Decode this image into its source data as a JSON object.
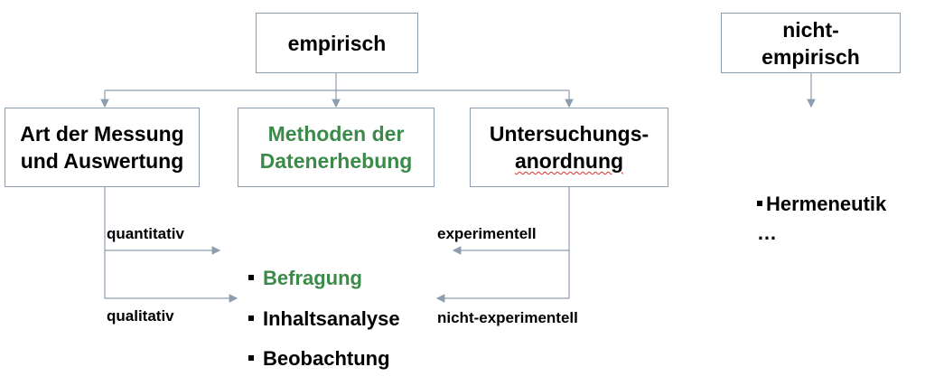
{
  "boxes": {
    "empirisch": "empirisch",
    "nicht_empirisch_line1": "nicht-",
    "nicht_empirisch_line2": "empirisch",
    "art_line1": "Art der Messung",
    "art_line2": "und Auswertung",
    "methoden_line1": "Methoden der",
    "methoden_line2": "Datenerhebung",
    "untersuchung_line1": "Untersuchungs-",
    "untersuchung_line2": "anordnung"
  },
  "labels": {
    "quantitativ": "quantitativ",
    "qualitativ": "qualitativ",
    "experimentell": "experimentell",
    "nicht_experimentell": "nicht-experimentell"
  },
  "methods": [
    "Befragung",
    "Inhaltsanalyse",
    "Beobachtung"
  ],
  "nicht_empirisch_items": {
    "item": "Hermeneutik",
    "ellipsis": "…"
  },
  "colors": {
    "highlight_green": "#3b8a4a",
    "connector": "#8e9cb0"
  }
}
